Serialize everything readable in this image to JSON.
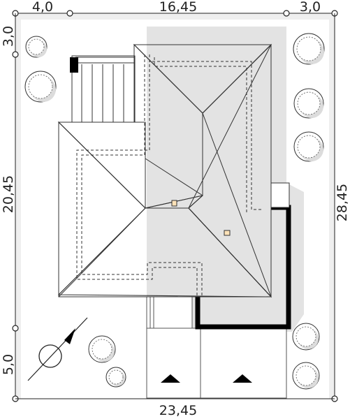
{
  "dimensions": {
    "top_left": "4,0",
    "top_middle": "16,45",
    "top_right": "3,0",
    "left_upper": "3,0",
    "left_middle": "20,45",
    "left_lower": "5,0",
    "right": "28,45",
    "bottom": "23,45"
  },
  "colors": {
    "roof_light": "#fde6c2",
    "roof_mid": "#fbd7a4",
    "roof_dark": "#f8c77e",
    "roof_pale": "#fdf0d9",
    "shadow": "#e6e6e6",
    "wall": "#000000"
  }
}
